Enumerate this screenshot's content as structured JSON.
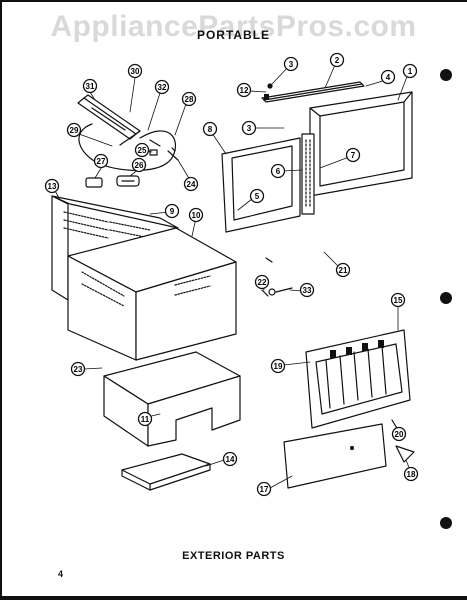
{
  "watermark": "AppliancePartsPros.com",
  "header_label": "PORTABLE",
  "caption": "EXTERIOR PARTS",
  "page_number": "4",
  "callouts": [
    "31",
    "30",
    "32",
    "28",
    "29",
    "27",
    "26",
    "25",
    "24",
    "3",
    "12",
    "2",
    "4",
    "1",
    "3",
    "8",
    "6",
    "7",
    "5",
    "13",
    "9",
    "10",
    "21",
    "22",
    "33",
    "15",
    "23",
    "19",
    "11",
    "20",
    "18",
    "14",
    "17"
  ],
  "colors": {
    "ink": "#111111",
    "watermark": "#d9d9d9",
    "paper": "#ffffff"
  }
}
